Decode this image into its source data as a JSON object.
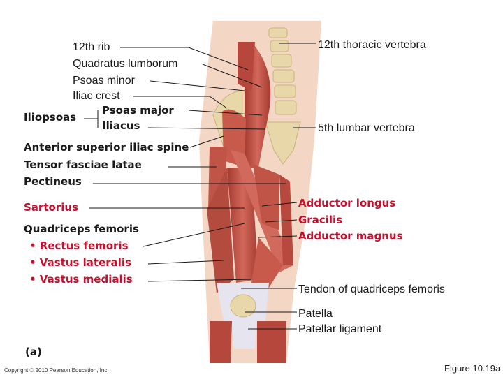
{
  "labels_left": {
    "rib12": "12th rib",
    "quadratus": "Quadratus lumborum",
    "psoas_minor": "Psoas minor",
    "iliac_crest": "Iliac crest",
    "iliopsoas": "Iliopsoas",
    "psoas_major": "Psoas major",
    "iliacus": "Iliacus",
    "asis": "Anterior superior iliac spine",
    "tfl": "Tensor fasciae latae",
    "pectineus": "Pectineus",
    "sartorius": "Sartorius",
    "quadriceps": "Quadriceps femoris",
    "rectus": "• Rectus femoris",
    "vlat": "• Vastus lateralis",
    "vmed": "• Vastus medialis"
  },
  "labels_right": {
    "t12": "12th thoracic vertebra",
    "l5": "5th lumbar vertebra",
    "add_longus": "Adductor longus",
    "gracilis": "Gracilis",
    "add_magnus": "Adductor magnus",
    "tendon": "Tendon of quadriceps femoris",
    "patella": "Patella",
    "pat_lig": "Patellar ligament"
  },
  "panel_label": "(a)",
  "copyright": "Copyright © 2010 Pearson Education, Inc.",
  "figure_number": "Figure 10.19a",
  "colors": {
    "muscle": "#b5473d",
    "muscle_light": "#d66b5c",
    "tendon": "#e6e4ef",
    "bone": "#e8d7a8",
    "skin": "#f4d6c4",
    "accent_red": "#c8102e"
  }
}
